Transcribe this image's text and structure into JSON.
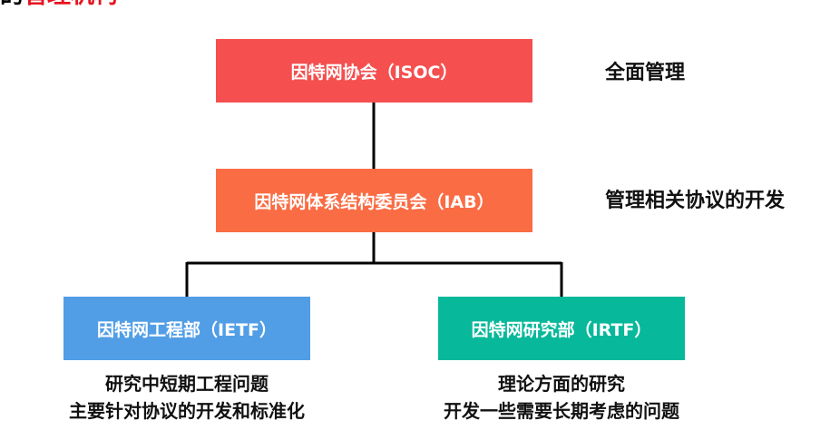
{
  "slide": {
    "title_fragment_dark": "的",
    "title_fragment_accent": "管理机构"
  },
  "org_chart": {
    "isoc": {
      "label": "因特网协会（ISOC）",
      "note": "全面管理",
      "color": "#f54f4f"
    },
    "iab": {
      "label": "因特网体系结构委员会（IAB）",
      "note": "管理相关协议的开发",
      "color": "#fa6c44"
    },
    "ietf": {
      "label": "因特网工程部（IETF）",
      "desc_line1": "研究中短期工程问题",
      "desc_line2": "主要针对协议的开发和标准化",
      "color": "#519ee6"
    },
    "irtf": {
      "label": "因特网研究部（IRTF）",
      "desc_line1": "理论方面的研究",
      "desc_line2": "开发一些需要长期考虑的问题",
      "color": "#08b89a"
    },
    "connector_color": "#000000"
  }
}
